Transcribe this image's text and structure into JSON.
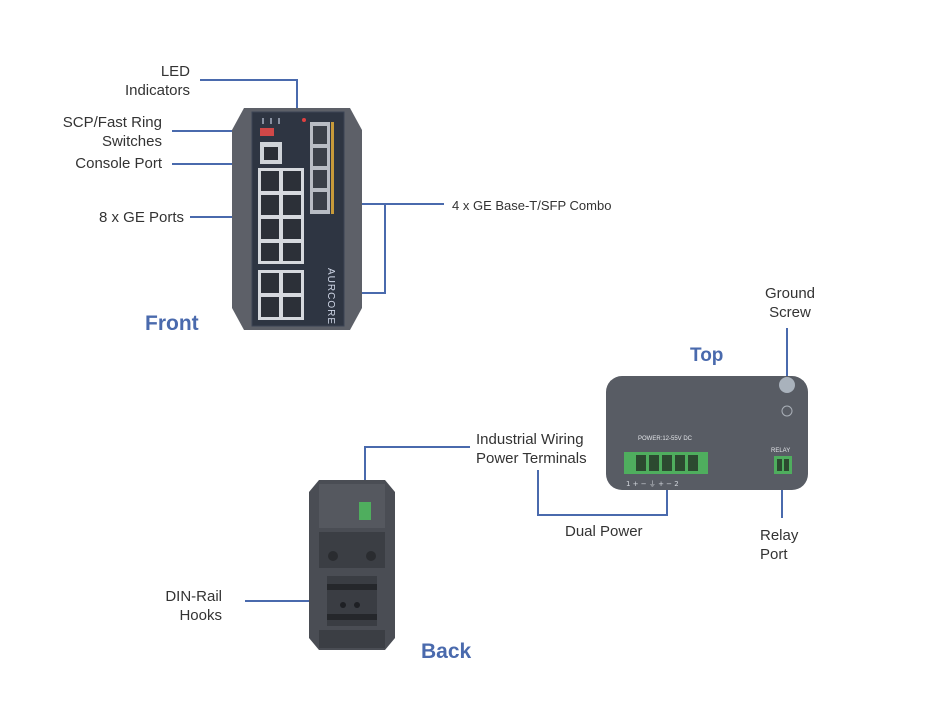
{
  "accent_color": "#4a6aad",
  "views": {
    "front": {
      "title": "Front",
      "brand": "AURCORE",
      "callouts": {
        "led": [
          "LED",
          "Indicators"
        ],
        "scp": [
          "SCP/Fast Ring",
          "Switches"
        ],
        "console": "Console Port",
        "ge_ports": "8 x GE Ports",
        "combo": "4 x GE Base-T/SFP  Combo"
      }
    },
    "top": {
      "title": "Top",
      "power_label": "POWER:12-55V DC",
      "terminal_marks": "1 + − ⏚ + − 2",
      "relay_label": "RELAY",
      "callouts": {
        "ground": [
          "Ground",
          "Screw"
        ],
        "wiring": [
          "Industrial Wiring",
          "Power Terminals"
        ],
        "dual_power": "Dual Power",
        "relay": [
          "Relay",
          "Port"
        ]
      }
    },
    "back": {
      "title": "Back",
      "callouts": {
        "din": [
          "DIN-Rail",
          "Hooks"
        ]
      }
    }
  }
}
